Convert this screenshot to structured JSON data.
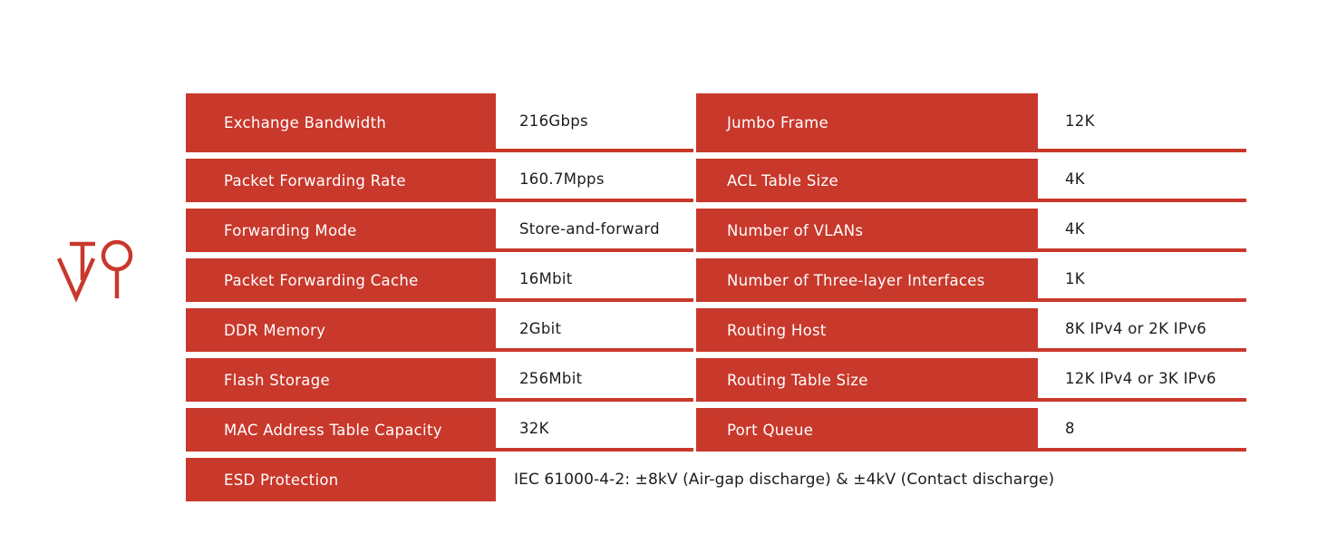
{
  "colors": {
    "red": "#c8382b",
    "text": "#1d1d1d"
  },
  "logo": {
    "name": "TOVI"
  },
  "spec_table": {
    "rows": [
      {
        "left_label": "Exchange Bandwidth",
        "left_value": "216Gbps",
        "right_label": "Jumbo Frame",
        "right_value": "12K"
      },
      {
        "left_label": "Packet Forwarding Rate",
        "left_value": "160.7Mpps",
        "right_label": "ACL Table Size",
        "right_value": "4K"
      },
      {
        "left_label": "Forwarding Mode",
        "left_value": "Store-and-forward",
        "right_label": "Number of VLANs",
        "right_value": "4K"
      },
      {
        "left_label": "Packet Forwarding Cache",
        "left_value": "16Mbit",
        "right_label": "Number of Three-layer Interfaces",
        "right_value": "1K"
      },
      {
        "left_label": "DDR Memory",
        "left_value": "2Gbit",
        "right_label": "Routing Host",
        "right_value": "8K IPv4 or 2K IPv6"
      },
      {
        "left_label": "Flash Storage",
        "left_value": "256Mbit",
        "right_label": "Routing Table Size",
        "right_value": "12K IPv4 or 3K IPv6"
      },
      {
        "left_label": "MAC Address Table Capacity",
        "left_value": "32K",
        "right_label": "Port Queue",
        "right_value": "8"
      }
    ],
    "esd_row": {
      "label": "ESD Protection",
      "value": "IEC 61000-4-2: ±8kV (Air-gap discharge) & ±4kV (Contact discharge)"
    }
  }
}
